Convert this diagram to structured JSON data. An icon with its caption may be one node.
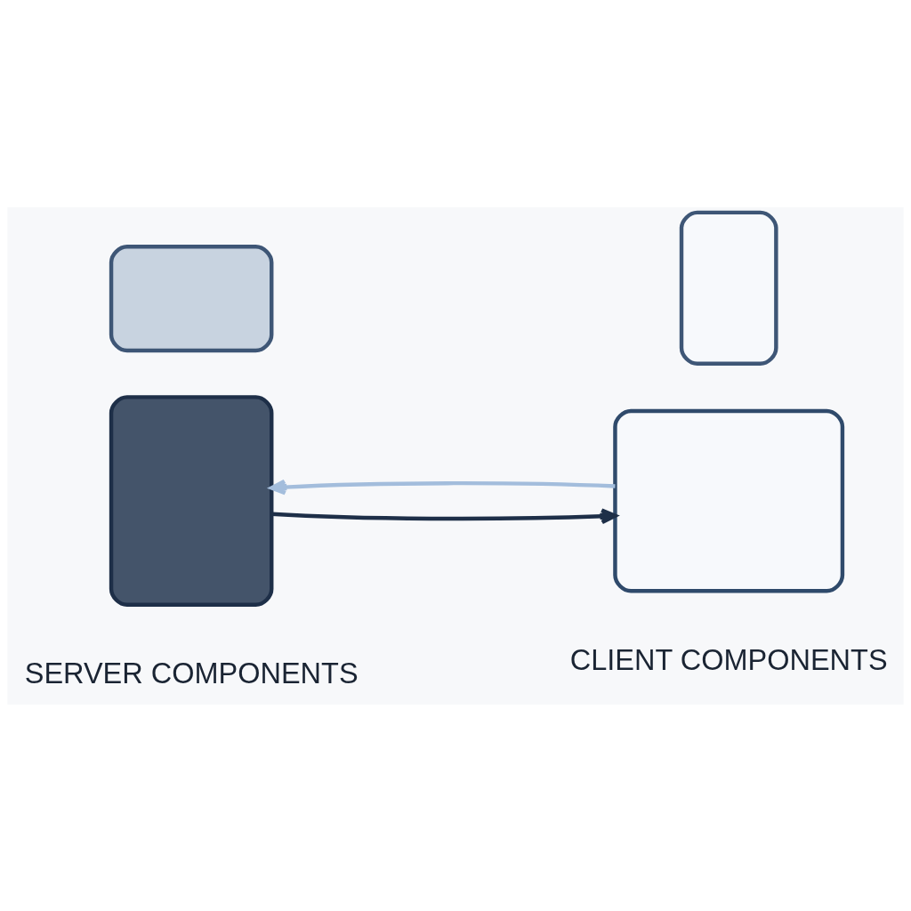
{
  "diagram": {
    "nodes": [
      {
        "text": [],
        "shape": "box"
      },
      {
        "text": [],
        "shape": "box"
      },
      {
        "text": [],
        "shape": "box"
      },
      {
        "text": [],
        "shape": "box"
      }
    ],
    "edges": [
      {
        "from": 0,
        "to": 2,
        "arrow": "to",
        "color": "#1e2f48"
      },
      {
        "from": 2,
        "to": 0,
        "arrow": "to",
        "color": "#a3bddc"
      }
    ],
    "labels": [
      "SERVER COMPONENTS",
      "CLIENT COMPONENTS"
    ]
  }
}
